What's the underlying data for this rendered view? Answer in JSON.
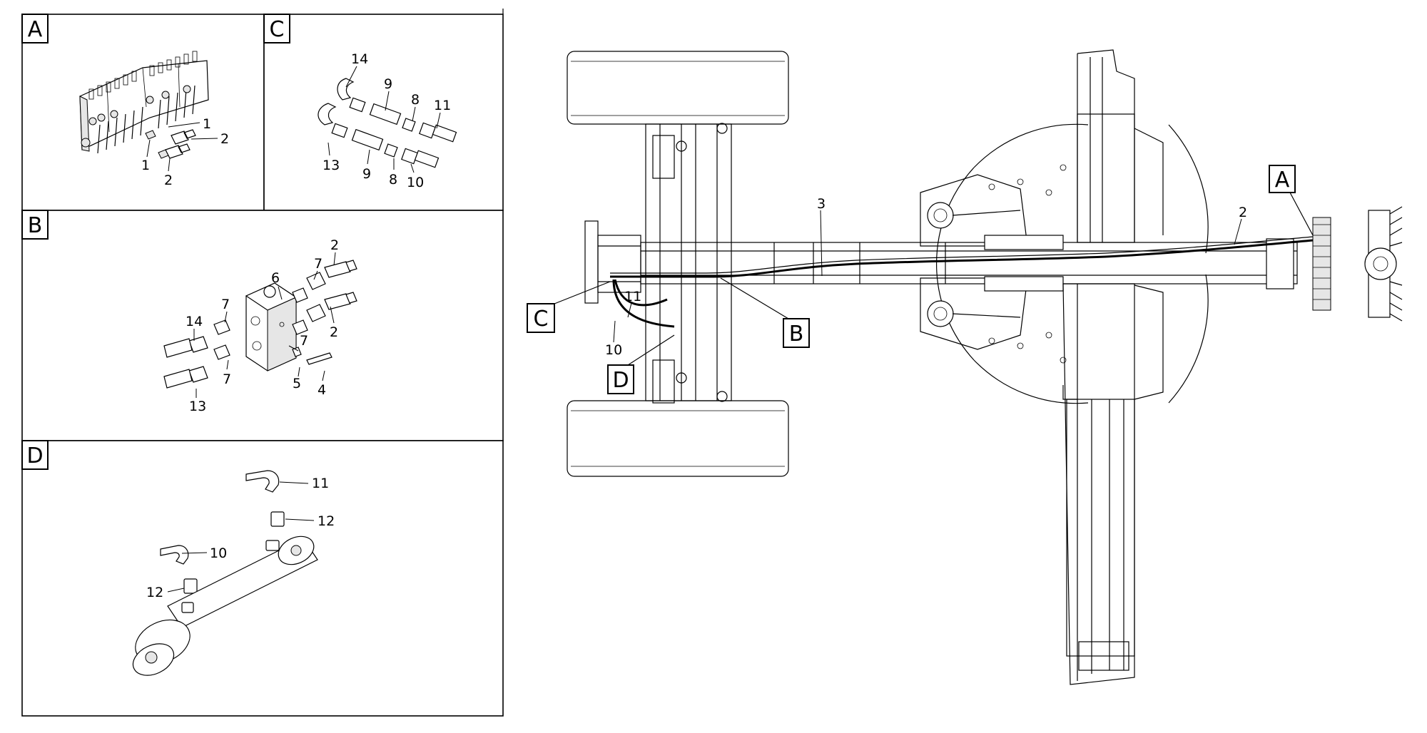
{
  "detail_panels": [
    {
      "id": "A",
      "label": "A"
    },
    {
      "id": "B",
      "label": "B"
    },
    {
      "id": "C",
      "label": "C"
    },
    {
      "id": "D",
      "label": "D"
    }
  ],
  "callouts": {
    "A": [
      "1",
      "2",
      "1",
      "2"
    ],
    "B": [
      "6",
      "7",
      "2",
      "7",
      "2",
      "14",
      "7",
      "5",
      "4",
      "13",
      "7"
    ],
    "C": [
      "14",
      "9",
      "8",
      "11",
      "13",
      "9",
      "8",
      "10"
    ],
    "D": [
      "11",
      "12",
      "10",
      "12"
    ]
  },
  "main_view": {
    "section_markers": [
      "A",
      "B",
      "C",
      "D"
    ],
    "callouts": [
      "3",
      "2",
      "11",
      "10"
    ]
  }
}
